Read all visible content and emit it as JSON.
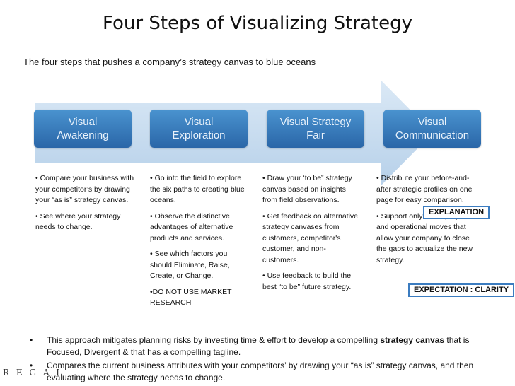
{
  "title": "Four Steps of Visualizing Strategy",
  "subtitle": "The four steps that pushes a company’s strategy canvas to blue oceans",
  "steps": [
    {
      "line1": "Visual",
      "line2": "Awakening"
    },
    {
      "line1": "Visual",
      "line2": "Exploration"
    },
    {
      "line1": "Visual Strategy",
      "line2": "Fair"
    },
    {
      "line1": "Visual",
      "line2": "Communication"
    }
  ],
  "columns": [
    [
      "• Compare your business with your competitor’s by drawing your “as is” strategy canvas.",
      "• See where your strategy needs to change."
    ],
    [
      "• Go into the field to explore the six paths to creating blue oceans.",
      "• Observe the distinctive advantages of alternative products and services.",
      "• See which factors you should Eliminate, Raise, Create, or Change.",
      "•DO NOT USE MARKET RESEARCH"
    ],
    [
      "• Draw your ‘to be” strategy canvas based on insights from field observations.",
      "• Get feedback on alternative strategy canvases from customers, competitor's customer, and non-customers.",
      "• Use feedback to build the best “to be” future strategy."
    ],
    [
      "• Distribute your before-and-after strategic profiles on one page for easy comparison.",
      "• Support only those projects and operational moves that allow your company to close the gaps to actualize the new strategy."
    ]
  ],
  "callouts": {
    "explanation": "EXPLANATION",
    "expectation": "EXPECTATION : CLARITY"
  },
  "bottom_bullets": [
    {
      "before": "This approach mitigates planning risks by investing time & effort to develop a compelling ",
      "bold": "strategy canvas",
      "after": " that is Focused, Divergent & that has a compelling tagline."
    },
    {
      "before": "Compares the current business attributes with your competitors’ by drawing your “as is” strategy canvas, and then evaluating where the strategy needs to change.",
      "bold": "",
      "after": ""
    }
  ],
  "logo_text": "R E G A L",
  "colors": {
    "step_top": "#4a93cf",
    "step_bottom": "#2a66a8",
    "arrow": "#c5dcef",
    "callout_border": "#3b7cc0"
  }
}
